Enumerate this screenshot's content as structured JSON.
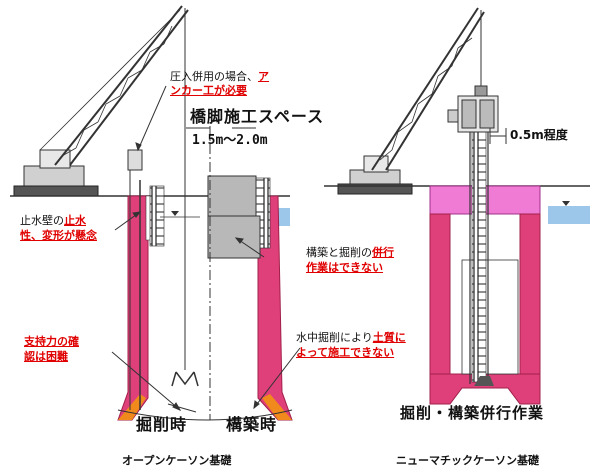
{
  "labels": {
    "press_in_prefix": "圧入併用の場合、",
    "press_in_red_1": "ア",
    "press_in_red_2": "ンカー工が必要",
    "pier_space": "橋脚施工スペース",
    "pier_space_range": "1.5m〜2.0m",
    "cutoff_prefix": "止水壁の",
    "cutoff_red_1": "止水",
    "cutoff_red_2": "性、変形が懸念",
    "concurrent_prefix": "構築と掘削の",
    "concurrent_red_1": "併行",
    "concurrent_red_2": "作業はできない",
    "bearing_red_1": "支持力の確",
    "bearing_red_2": "認は困難",
    "underwater_prefix": "水中掘削により",
    "underwater_red_1": "土質に",
    "underwater_red_2": "よって施工できない",
    "excavation_time": "掘削時",
    "construction_time": "構築時",
    "clearance": "0.5m程度",
    "concurrent_work": "掘削・構築併行作業",
    "open_caisson": "オープンケーソン基礎",
    "pneumatic_caisson": "ニューマチックケーソン基礎"
  },
  "colors": {
    "caisson_wall": "#e0407a",
    "caisson_upper": "#f07bd4",
    "water": "#9cc7ea",
    "block": "#b8b8b8",
    "crane": "#333333",
    "callout_red": "#e00000",
    "orange": "#f08a1c"
  }
}
